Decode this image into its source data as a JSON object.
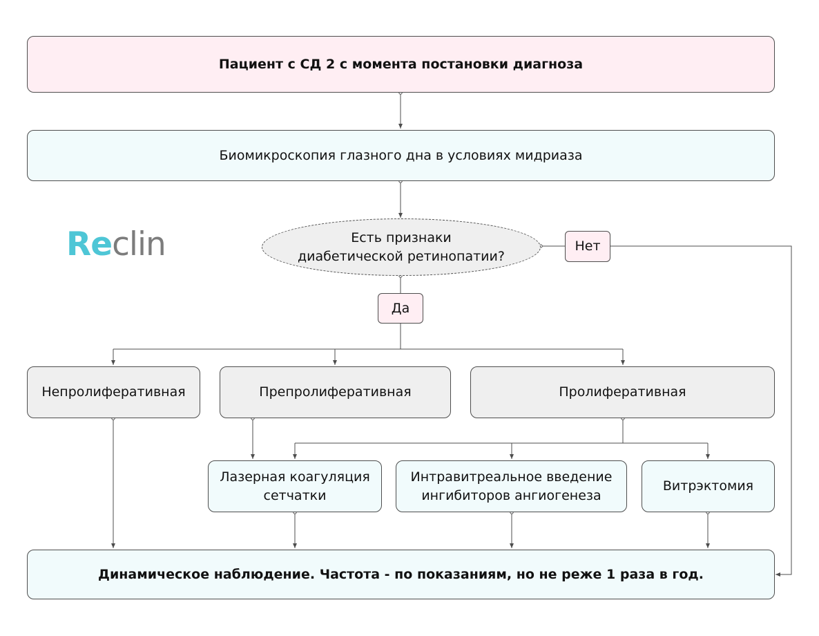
{
  "brand": {
    "part1": "Re",
    "part2": "clin",
    "accent_color": "#4ec6d6",
    "secondary_color": "#7c7c7c"
  },
  "nodes": {
    "start": "Пациент с СД 2 с момента постановки диагноза",
    "exam": "Биомикроскопия глазного дна в условиях мидриаза",
    "question": "Есть признаки\nдиабетической ретинопатии?",
    "no_label": "Нет",
    "yes_label": "Да",
    "nonproliferative": "Непролиферативная",
    "preproliferative": "Препролиферативная",
    "proliferative": "Пролиферативная",
    "laser": "Лазерная коагуляция\nсетчатки",
    "intravitreal": "Интравитреальное введение\nингибиторов ангиогенеза",
    "vitrectomy": "Витрэктомия",
    "followup": "Динамическое наблюдение. Частота - по показаниям, но не реже 1 раза в год."
  },
  "colors": {
    "pink_fill": "#ffeef3",
    "cyan_fill": "#f1fbfc",
    "gray_fill": "#efefef",
    "line": "#4d4d4d"
  }
}
